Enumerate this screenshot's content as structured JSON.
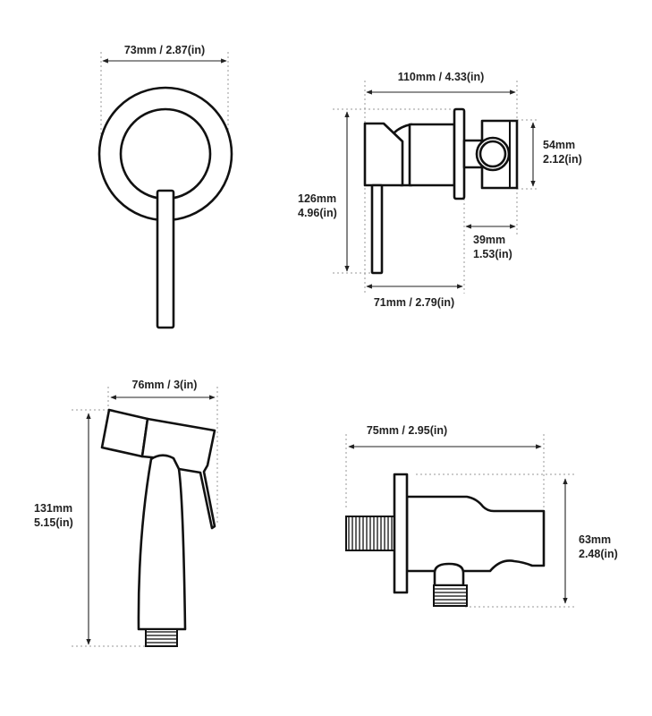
{
  "views": {
    "handle_front": {
      "width_label": "73mm / 2.87(in)"
    },
    "valve_side": {
      "total_width_label": "110mm / 4.33(in)",
      "height_mm": "126mm",
      "height_in": "4.96(in)",
      "holder_height_mm": "54mm",
      "holder_height_in": "2.12(in)",
      "holder_depth_mm": "39mm",
      "holder_depth_in": "1.53(in)",
      "body_width_label": "71mm / 2.79(in)"
    },
    "sprayer": {
      "width_label": "76mm / 3(in)",
      "height_mm": "131mm",
      "height_in": "5.15(in)"
    },
    "wall_elbow": {
      "width_label": "75mm / 2.95(in)",
      "height_mm": "63mm",
      "height_in": "2.48(in)"
    }
  },
  "colors": {
    "line": "#111111",
    "guide": "#999999"
  }
}
